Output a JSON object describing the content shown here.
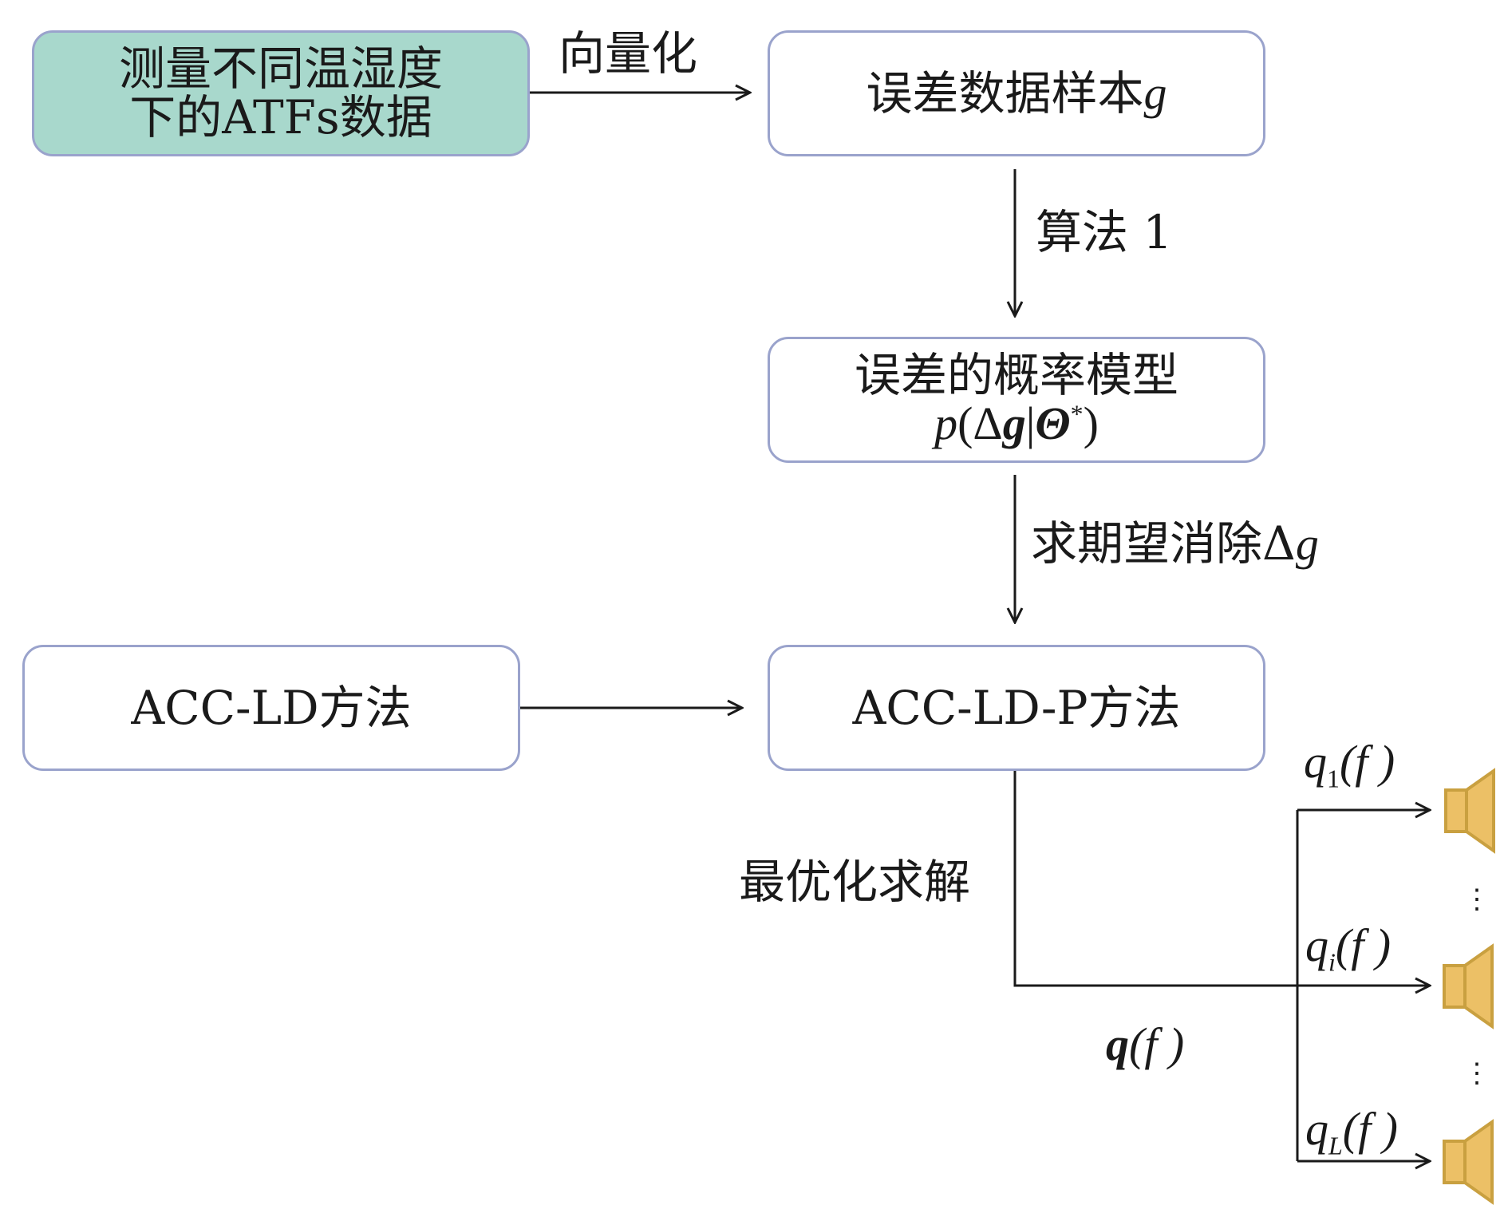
{
  "boxes": {
    "measure": {
      "line1": "测量不同温湿度",
      "line2": "下的ATFs数据",
      "fill": "#a8d8cc"
    },
    "error_samples": {
      "text": "误差数据样本",
      "var": "g"
    },
    "prob_model": {
      "line1": "误差的概率模型",
      "formula_p": "p",
      "formula_open": "(Δ",
      "formula_g": "g",
      "formula_bar": "|",
      "formula_theta": "Θ",
      "formula_star": "*",
      "formula_close": ")"
    },
    "acc_ld": {
      "text": "ACC-LD方法"
    },
    "acc_ld_p": {
      "text": "ACC-LD-P方法"
    }
  },
  "edges": {
    "vectorize": "向量化",
    "algorithm": "算法 1",
    "expectation": "求期望消除Δ",
    "expectation_var": "g",
    "optimize": "最优化求解",
    "q_bold": "q",
    "q_args": "(f )"
  },
  "outputs": [
    {
      "q": "q",
      "sub": "1",
      "args": "(f )"
    },
    {
      "q": "q",
      "sub": "i",
      "args": "(f )"
    },
    {
      "q": "q",
      "sub": "L",
      "args": "(f )"
    }
  ],
  "ellipsis": "⋮",
  "colors": {
    "box_border": "#9aa3cc",
    "speaker": "#ecc066",
    "speaker_stroke": "#c9a040"
  }
}
